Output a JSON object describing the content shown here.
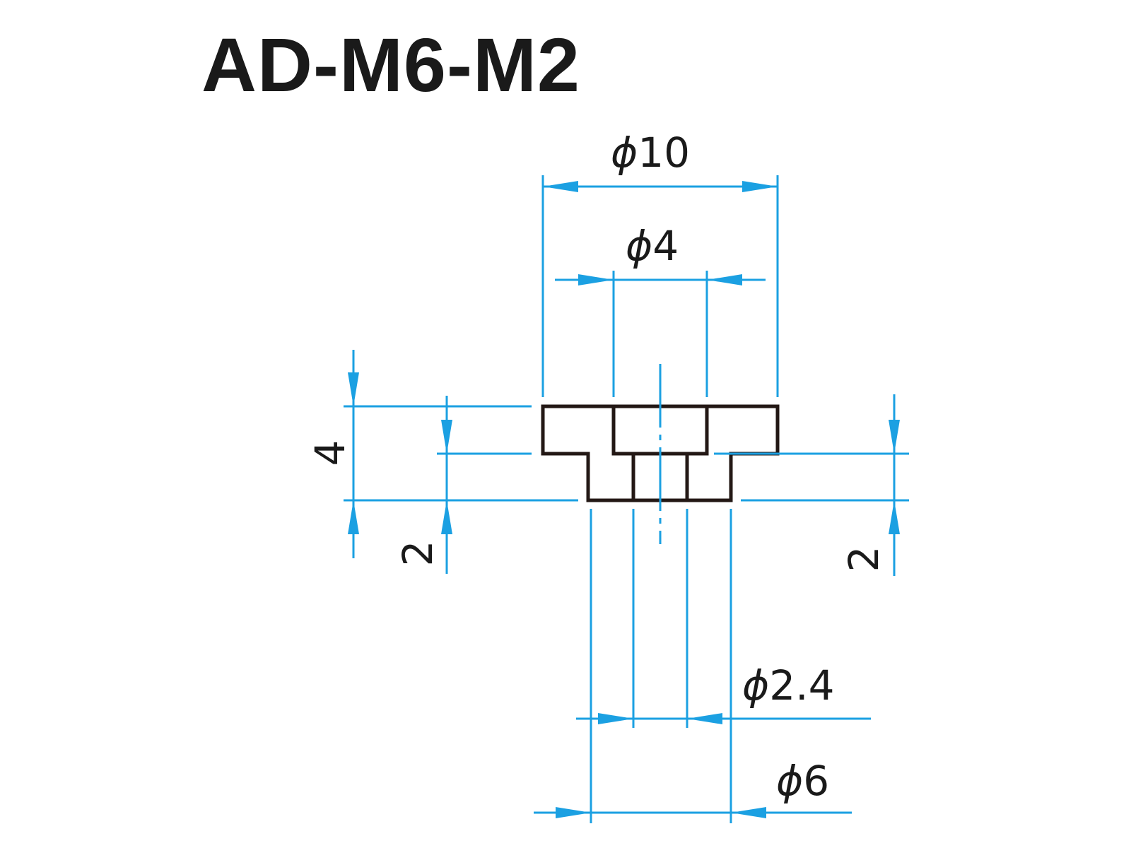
{
  "title": "AD-M6-M2",
  "phi_symbol": "ϕ",
  "dimensions": {
    "outer_diameter": "10",
    "inner_top_diameter": "4",
    "hole_diameter": "2.4",
    "stem_diameter": "6",
    "total_height": "4",
    "stem_height_left": "2",
    "stem_height_right": "2"
  },
  "colors": {
    "dimension_line": "#1ba0e2",
    "part_outline": "#231815",
    "text": "#1a1a1a"
  }
}
